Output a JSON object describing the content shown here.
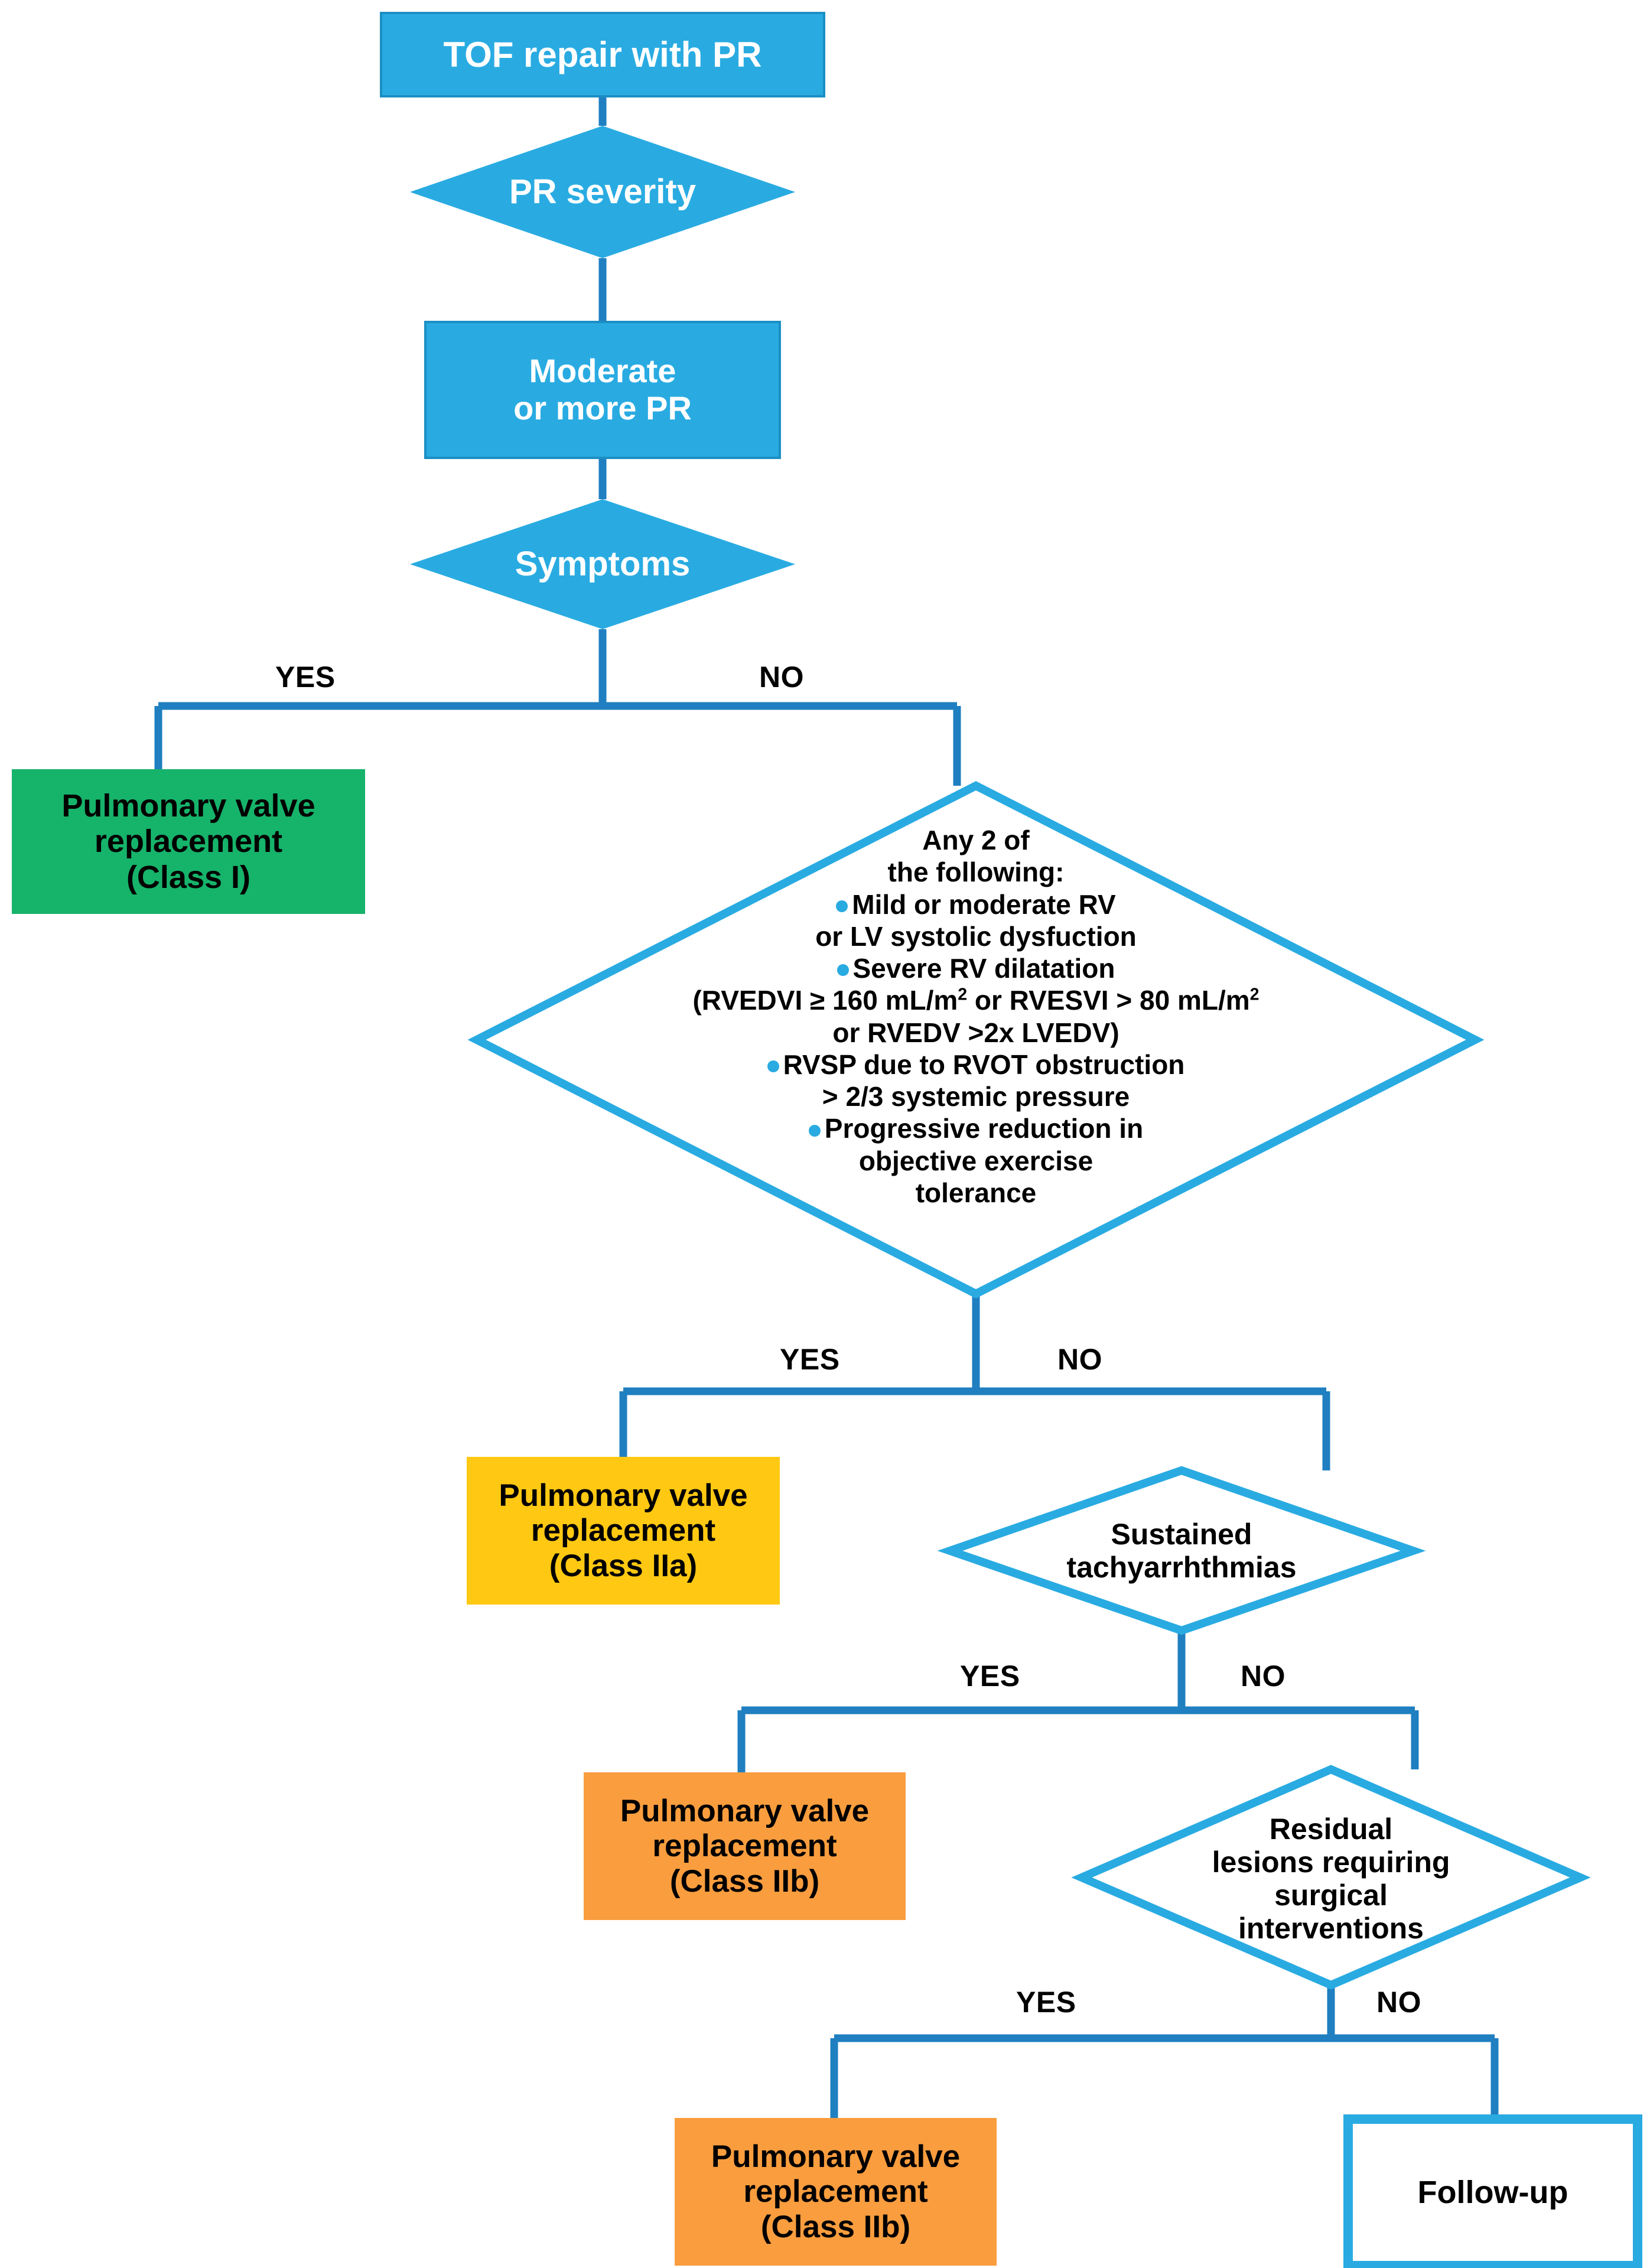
{
  "diagram": {
    "title": "TOF repair with PR management algorithm",
    "colors": {
      "node_blue_fill": "#29ABE2",
      "node_blue_stroke": "#1B8FC4",
      "connector_blue": "#1F7FC0",
      "outline_blue": "#29ABE2",
      "class1_green": "#16B36A",
      "class2a_yellow": "#FFC812",
      "class2b_orange": "#F99D3E",
      "text_dark": "#000000",
      "text_light": "#FFFFFF"
    },
    "nodes": {
      "start": {
        "label": "TOF repair with PR",
        "shape": "rect",
        "style": "blue-filled"
      },
      "pr_severity": {
        "label": "PR severity",
        "shape": "diamond",
        "style": "blue-filled"
      },
      "moderate_pr": {
        "label": "Moderate\nor more PR",
        "shape": "rect",
        "style": "blue-filled"
      },
      "symptoms": {
        "label": "Symptoms",
        "shape": "diamond",
        "style": "blue-filled"
      },
      "pvr_class1": {
        "label": "Pulmonary valve\nreplacement\n(Class I)",
        "shape": "rect",
        "style": "green"
      },
      "criteria": {
        "shape": "diamond",
        "style": "outline",
        "heading": [
          "Any 2 of",
          "the following:"
        ],
        "items": [
          {
            "bullet": true,
            "text": "Mild or moderate RV"
          },
          {
            "bullet": false,
            "text": "or LV systolic dysfuction"
          },
          {
            "bullet": true,
            "text": "Severe RV dilatation"
          },
          {
            "bullet": false,
            "text": "(RVEDVI ≥ 160 mL/m2 or RVESVI > 80 mL/m2"
          },
          {
            "bullet": false,
            "text": "or RVEDV >2x LVEDV)"
          },
          {
            "bullet": true,
            "text": "RVSP due to RVOT obstruction"
          },
          {
            "bullet": false,
            "text": "> 2/3 systemic pressure"
          },
          {
            "bullet": true,
            "text": "Progressive reduction in"
          },
          {
            "bullet": false,
            "text": "objective exercise"
          },
          {
            "bullet": false,
            "text": "tolerance"
          }
        ]
      },
      "pvr_class2a": {
        "label": "Pulmonary valve\nreplacement\n(Class IIa)",
        "shape": "rect",
        "style": "yellow"
      },
      "tachyarrhythmias": {
        "label": "Sustained\ntachyarrhthmias",
        "shape": "diamond",
        "style": "outline"
      },
      "pvr_class2b_upper": {
        "label": "Pulmonary valve\nreplacement\n(Class IIb)",
        "shape": "rect",
        "style": "orange"
      },
      "residual_lesions": {
        "label": "Residual\nlesions requiring\nsurgical\ninterventions",
        "shape": "diamond",
        "style": "outline"
      },
      "pvr_class2b_lower": {
        "label": "Pulmonary valve\nreplacement\n(Class IIb)",
        "shape": "rect",
        "style": "orange"
      },
      "follow_up": {
        "label": "Follow-up",
        "shape": "rect",
        "style": "outline"
      }
    },
    "edge_labels": {
      "symptoms_yes": "YES",
      "symptoms_no": "NO",
      "criteria_yes": "YES",
      "criteria_no": "NO",
      "tachy_yes": "YES",
      "tachy_no": "NO",
      "residual_yes": "YES",
      "residual_no": "NO"
    }
  }
}
